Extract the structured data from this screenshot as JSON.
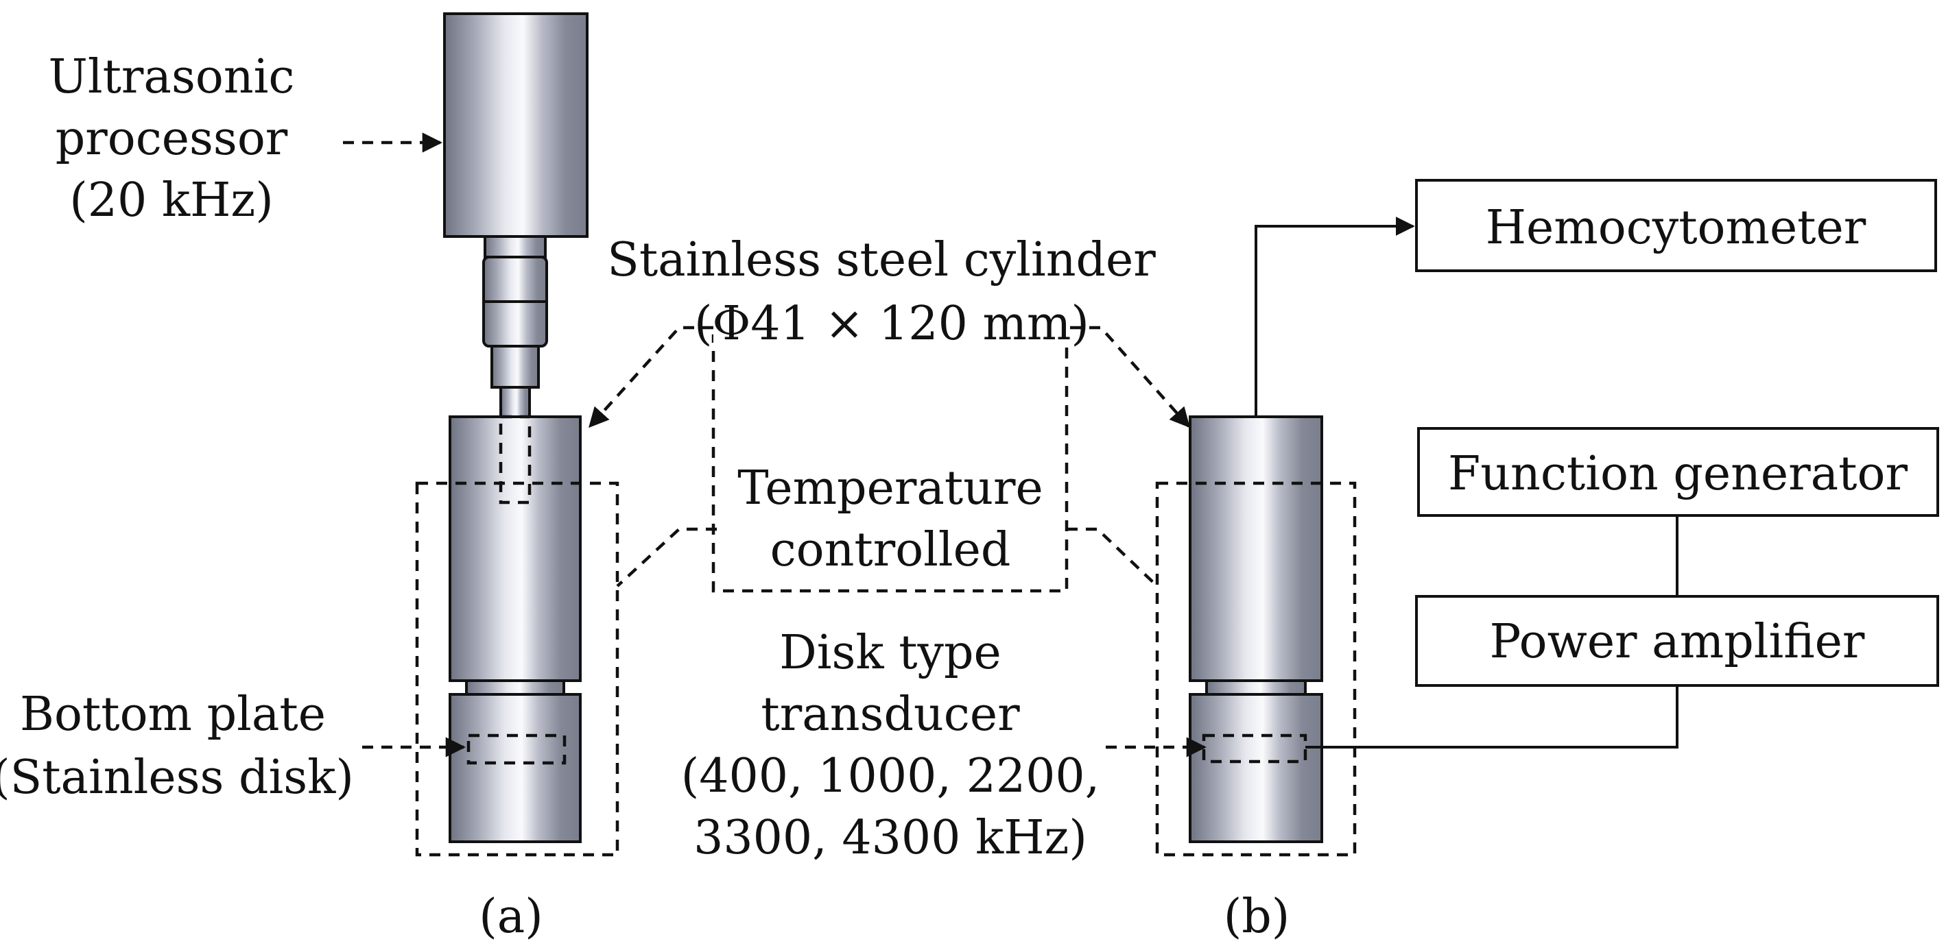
{
  "colors": {
    "line": "#111111",
    "metal_dark": "#6f7382",
    "metal_mid": "#c9ccd6",
    "metal_light": "#fafafd",
    "background": "#ffffff"
  },
  "labels": {
    "ultrasonic_processor": [
      "Ultrasonic",
      "processor",
      "(20 kHz)"
    ],
    "stainless_cylinder": [
      "Stainless steel cylinder",
      "(Φ41 × 120 mm)"
    ],
    "temperature_controlled": [
      "Temperature",
      "controlled"
    ],
    "bottom_plate": [
      "Bottom plate",
      "(Stainless disk)"
    ],
    "disk_transducer": [
      "Disk type",
      "transducer",
      "(400, 1000, 2200,",
      "3300, 4300 kHz)"
    ],
    "panel_a": "(a)",
    "panel_b": "(b)"
  },
  "boxes": {
    "hemocytometer": "Hemocytometer",
    "function_generator": "Function generator",
    "power_amplifier": "Power amplifier"
  }
}
